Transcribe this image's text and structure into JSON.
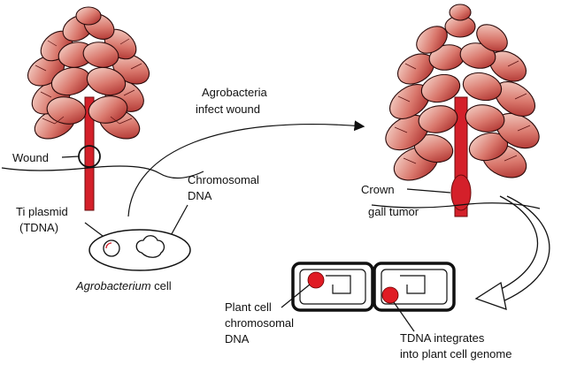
{
  "labels": {
    "wound": "Wound",
    "agro_infect_1": "Agrobacteria",
    "agro_infect_2": "infect wound",
    "chromosomal_1": "Chromosomal",
    "chromosomal_2": "DNA",
    "ti_plasmid_1": "Ti plasmid",
    "ti_plasmid_2": "(TDNA)",
    "agro_cell_italic": "Agrobacterium",
    "agro_cell_suffix": " cell",
    "crown_1": "Crown",
    "crown_2": "gall tumor",
    "plant_dna_1": "Plant cell",
    "plant_dna_2": "chromosomal",
    "plant_dna_3": "DNA",
    "tdna_1": "TDNA integrates",
    "tdna_2": "into plant cell genome"
  },
  "colors": {
    "stem_red": "#d4202a",
    "leaf_dark": "#b82a2a",
    "leaf_light": "#f6d7cc",
    "nucleus_red": "#e01b24",
    "ink": "#111111"
  },
  "icons": {
    "left_plant": "plant-icon",
    "right_plant": "plant-with-tumor-icon",
    "bacterium": "agrobacterium-cell-icon",
    "plant_cell": "plant-cell-icon",
    "arrow": "arrow-icon"
  }
}
